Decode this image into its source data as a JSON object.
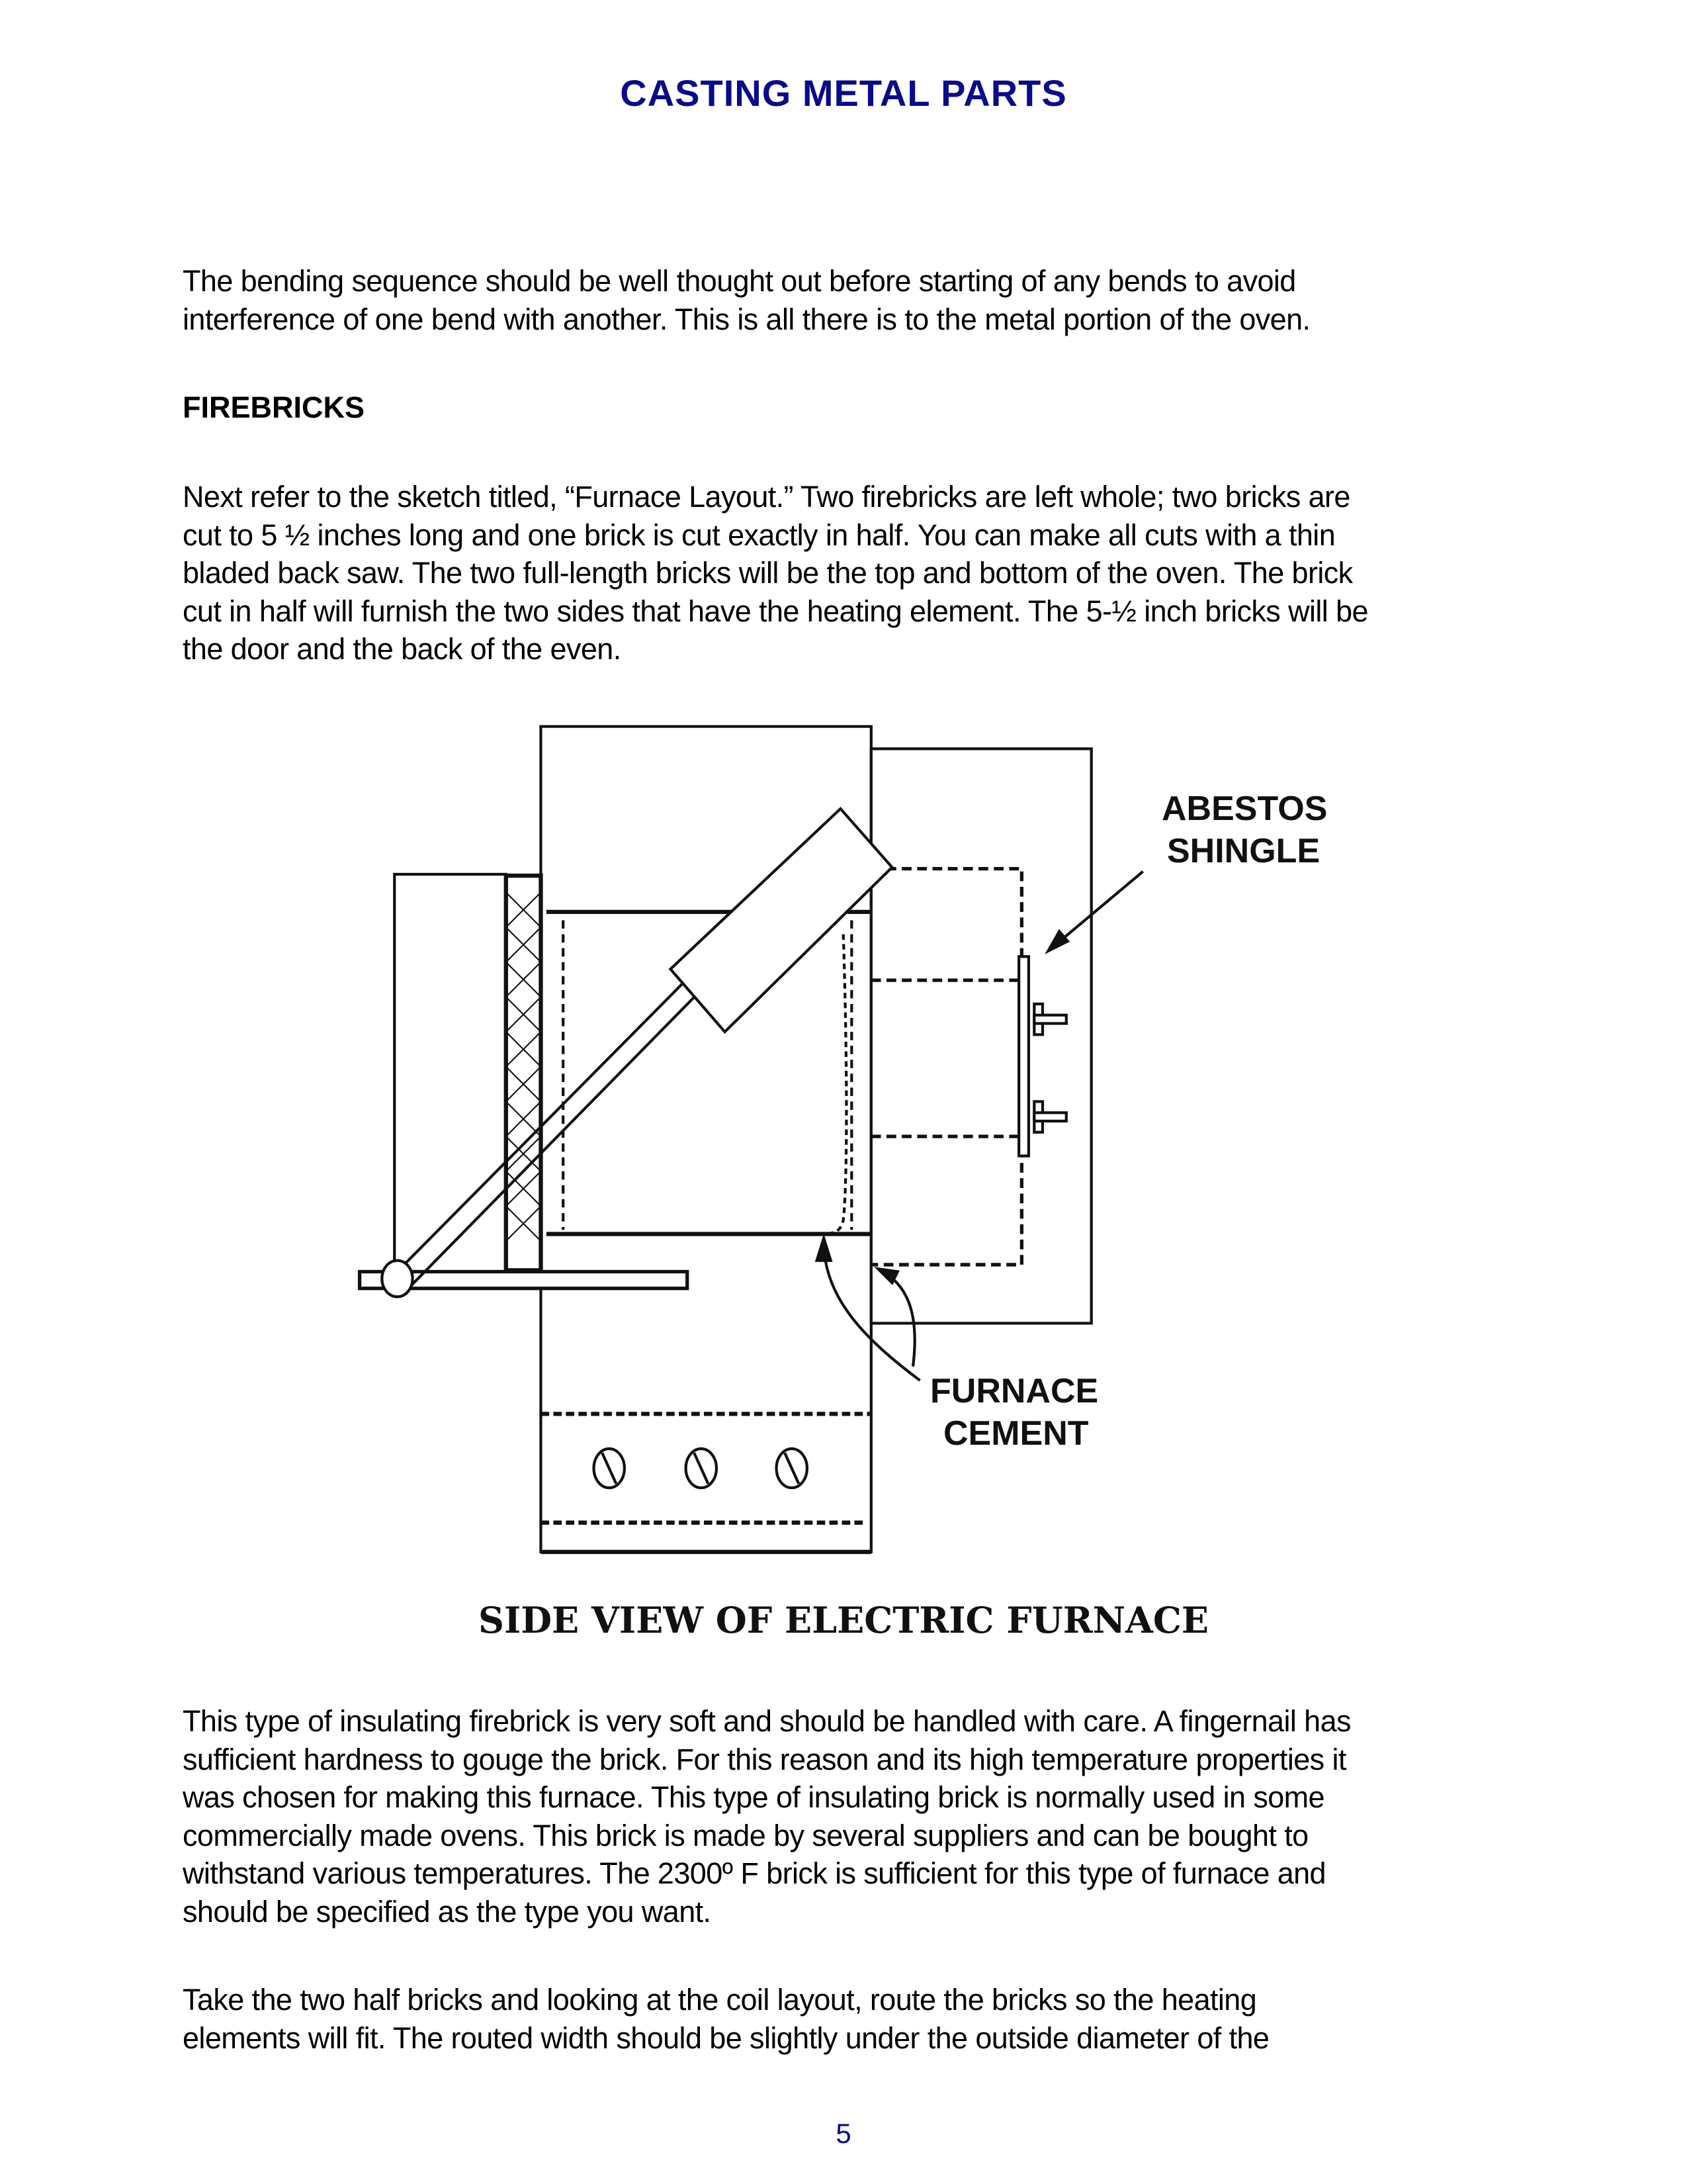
{
  "header": {
    "title": "CASTING METAL PARTS"
  },
  "paragraphs": {
    "p1": [
      "The bending sequence should be well thought out before starting of any bends to avoid",
      "interference of one bend with another. This is all there is to the metal portion of the oven."
    ],
    "section_heading": "FIREBRICKS",
    "p2": [
      "Next refer to the sketch titled, “Furnace Layout.” Two firebricks are left whole; two bricks are",
      "cut to 5 ½ inches long and one brick is cut exactly in half. You can make all cuts with a thin",
      "bladed back saw. The two full-length bricks will be the top and bottom of the oven. The brick",
      "cut in half will furnish the two sides that have the heating element. The 5-½ inch bricks will be",
      "the door and the back of the even."
    ],
    "p3": [
      "This type of insulating firebrick is very soft and should be handled with care. A fingernail has",
      "sufficient hardness to gouge the brick. For this reason and its high temperature properties it",
      "was chosen for making this furnace. This type of insulating brick is normally used in some",
      "commercially made ovens. This brick is made by several suppliers and can be bought to",
      "withstand various temperatures. The 2300º F brick is sufficient for this type of furnace and",
      "should be specified as the type you want."
    ],
    "p4": [
      "Take the two half bricks and looking at the coil layout, route the bricks so the heating",
      "elements will fit. The routed width should be slightly under the outside diameter of the"
    ]
  },
  "figure": {
    "labels": {
      "abestos_line1": "ABESTOS",
      "abestos_line2": "SHINGLE",
      "cement_line1": "FURNACE",
      "cement_line2": "CEMENT"
    },
    "caption": "SIDE VIEW OF ELECTRIC FURNACE"
  },
  "footer": {
    "page_number": "5"
  },
  "colors": {
    "heading_blue": "#0a0a8c",
    "text": "#000000"
  }
}
